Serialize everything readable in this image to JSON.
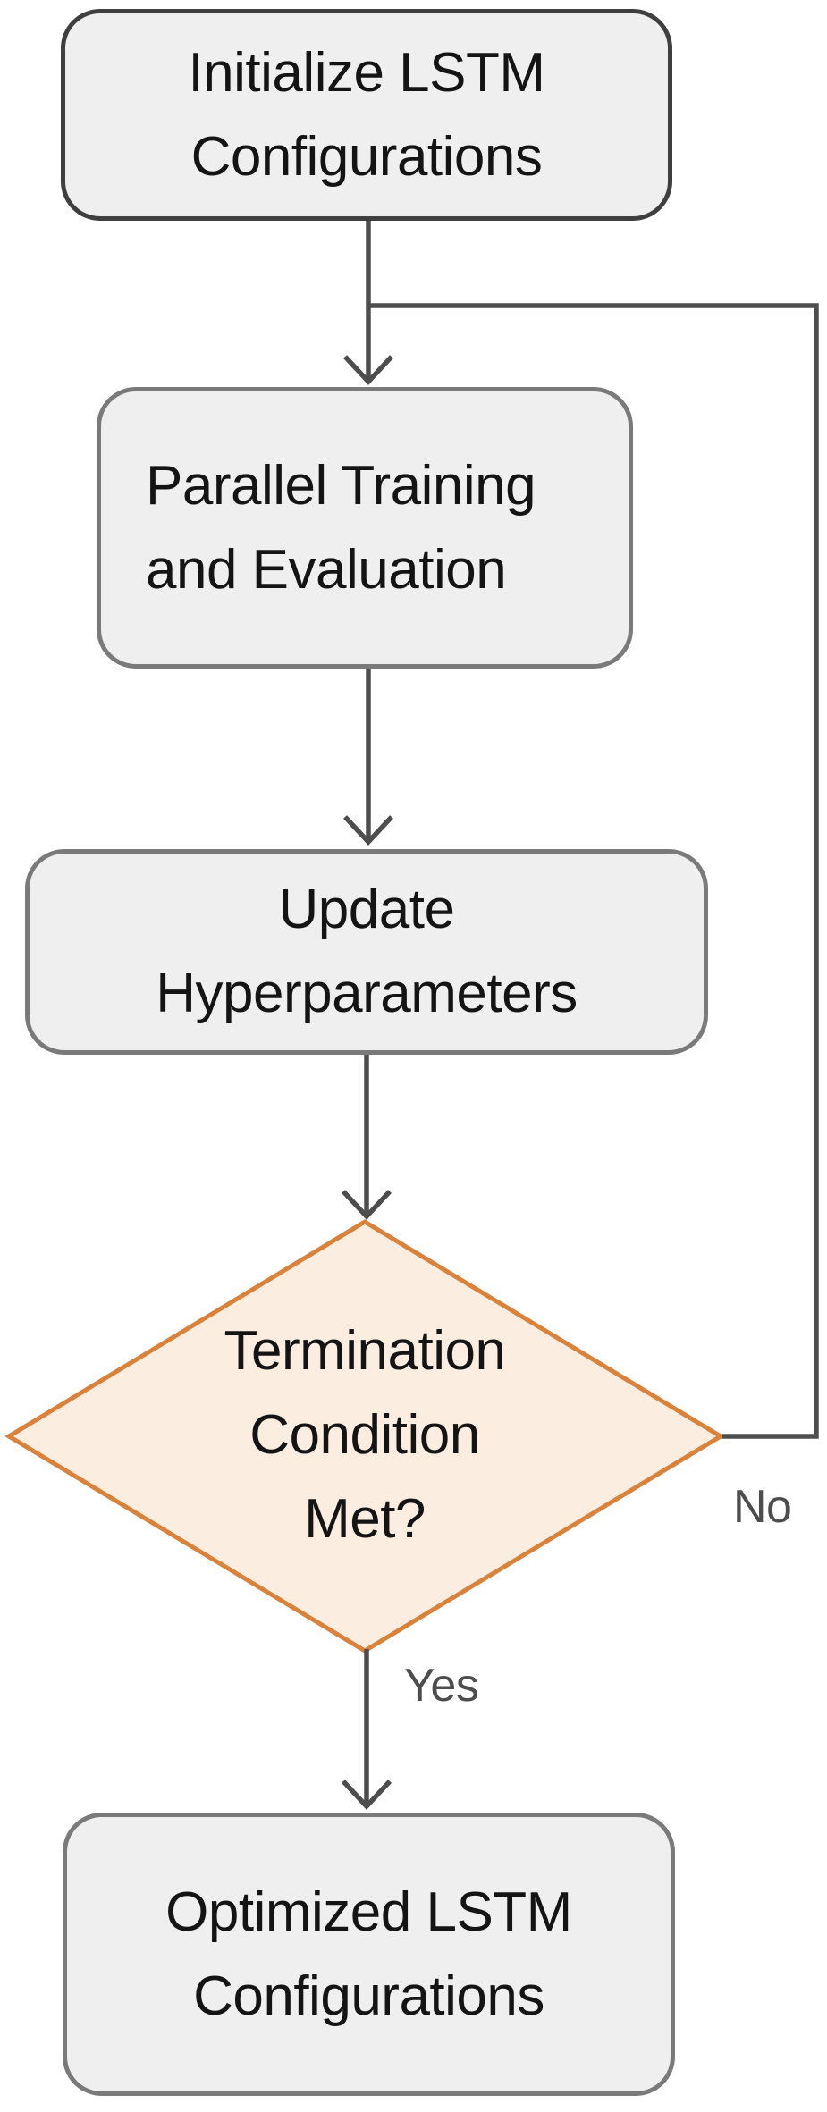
{
  "diagram": {
    "type": "flowchart",
    "nodes": {
      "init": {
        "shape": "rounded-rect",
        "lines": [
          "Initialize LSTM",
          "Configurations"
        ]
      },
      "train": {
        "shape": "rounded-rect",
        "lines": [
          "Parallel Training",
          "and Evaluation"
        ]
      },
      "update": {
        "shape": "rounded-rect",
        "lines": [
          "Update",
          "Hyperparameters"
        ]
      },
      "decision": {
        "shape": "diamond",
        "lines": [
          "Termination",
          "Condition",
          "Met?"
        ]
      },
      "result": {
        "shape": "rounded-rect",
        "lines": [
          "Optimized LSTM",
          "Configurations"
        ]
      }
    },
    "edges": {
      "init_to_train": {
        "label": ""
      },
      "train_to_update": {
        "label": ""
      },
      "update_to_decision": {
        "label": ""
      },
      "decision_to_result": {
        "label": "Yes"
      },
      "decision_no_loop": {
        "label": "No"
      }
    },
    "colors": {
      "background": "#ffffff",
      "process_fill": "#efefef",
      "process_border": "#7a7a7a",
      "start_border": "#3f3f3f",
      "decision_fill": "#fbeee0",
      "decision_border": "#d9823b",
      "connector": "#4d4d4d",
      "text": "#141414",
      "edge_label_text": "#4d4d4d"
    }
  }
}
